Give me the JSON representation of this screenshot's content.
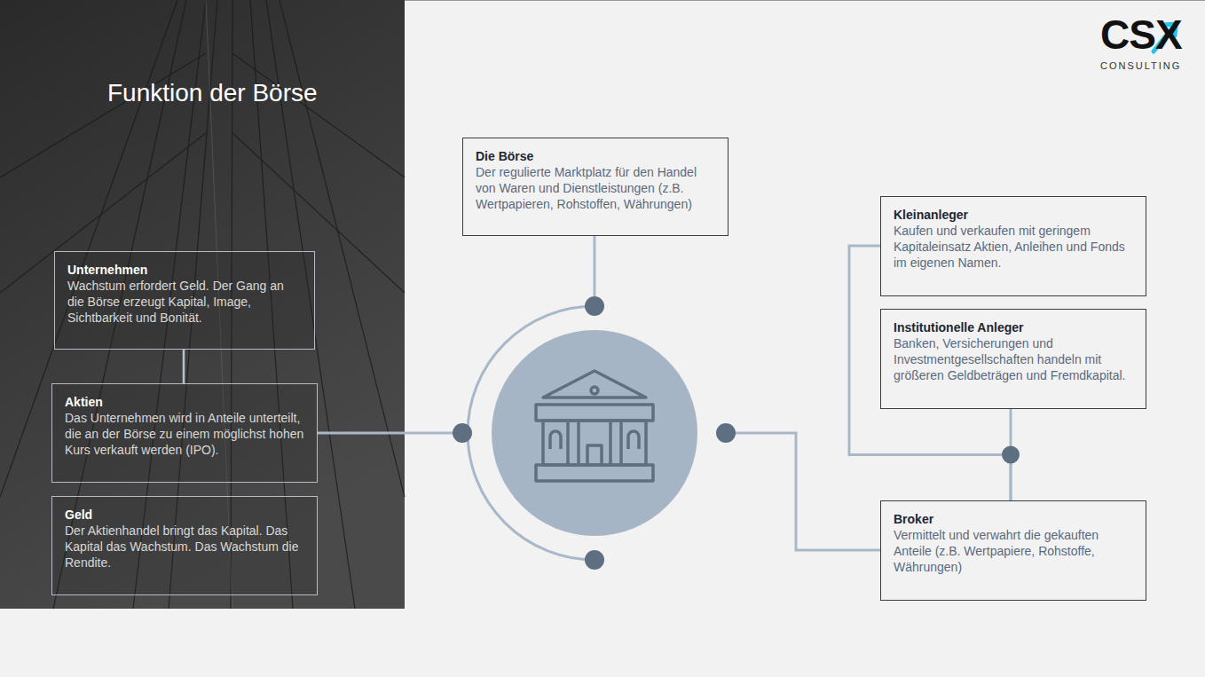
{
  "diagram": {
    "title": "Funktion der Börse",
    "nodes": [
      {
        "text": [
          "Unternehmen",
          "Wachstum erfordert Geld. Der Gang an die Börse erzeugt Kapital, Image, Sichtbarkeit und Bonität."
        ]
      },
      {
        "text": [
          "Aktien",
          "Das Unternehmen wird in Anteile unterteilt, die an der Börse zu einem möglichst hohen Kurs verkauft werden (IPO)."
        ]
      },
      {
        "text": [
          "Geld",
          "Der Aktienhandel bringt das Kapital. Das Kapital das Wachstum. Das Wachstum die Rendite."
        ]
      },
      {
        "text": [
          "Die Börse",
          "Der regulierte Marktplatz für den Handel von Waren und Dienstleistungen (z.B. Wertpapieren, Rohstoffen, Währungen)"
        ]
      },
      {
        "text": [
          "Kleinanleger",
          "Kaufen und verkaufen mit geringem Kapitaleinsatz Aktien, Anleihen und Fonds im eigenen Namen."
        ]
      },
      {
        "text": [
          "Institutionelle Anleger",
          "Banken, Versicherungen und Investmentgesellschaften handeln mit größeren Geldbeträgen und Fremdkapital."
        ]
      },
      {
        "text": [
          "Broker",
          "Vermittelt und verwahrt die gekauften Anteile (z.B. Wertpapiere, Rohstoffe, Währungen)"
        ]
      }
    ],
    "edges": [
      {
        "from": 0,
        "to": 1,
        "arrow": "none"
      },
      {
        "from": 4,
        "to": 6,
        "arrow": "none"
      },
      {
        "from": 5,
        "to": 6,
        "arrow": "none"
      }
    ],
    "labels": [
      "CSX",
      "CONSULTING"
    ]
  }
}
